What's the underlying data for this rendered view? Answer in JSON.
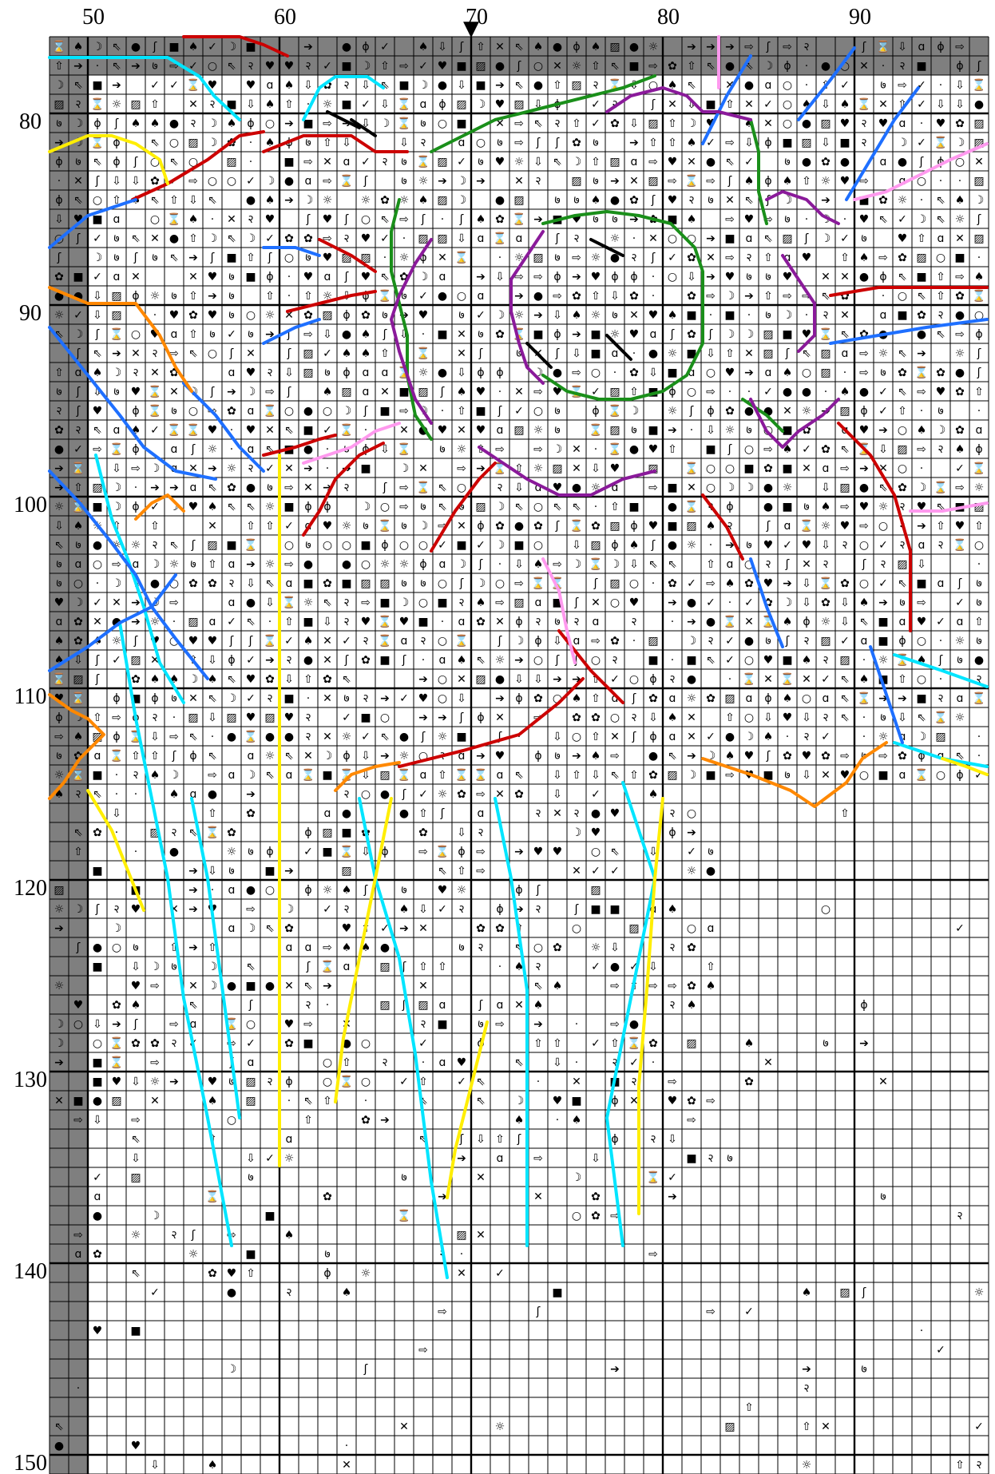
{
  "pattern": {
    "column_labels": [
      "50",
      "60",
      "70",
      "80",
      "90"
    ],
    "row_labels": [
      "80",
      "90",
      "100",
      "110",
      "120",
      "130",
      "140",
      "150"
    ],
    "center_marker": "▼",
    "first_column_number": 48,
    "first_row_number": 76,
    "column_count": 49,
    "row_count": 75
  },
  "symbols": [
    "♥",
    "■",
    "▨",
    "✓",
    "ɑ",
    "♠",
    "⇨",
    "⇩",
    "⇧",
    "●",
    "➔",
    "☽",
    "⌛",
    "✿",
    "☼",
    "ϕ",
    "○",
    "ʃ",
    "७",
    "२",
    "⇖",
    "✕",
    "·"
  ],
  "colors": {
    "grid_line": "#000000",
    "shaded_cell": "#7f7f7f",
    "backstitch_cyan": "#00e5ff",
    "backstitch_red": "#cc0000",
    "backstitch_blue": "#1e6fff",
    "backstitch_green": "#1a8f1a",
    "backstitch_purple": "#8a1a9a",
    "backstitch_yellow": "#ffee00",
    "backstitch_orange": "#ff8800",
    "backstitch_pink": "#ff99ee"
  }
}
